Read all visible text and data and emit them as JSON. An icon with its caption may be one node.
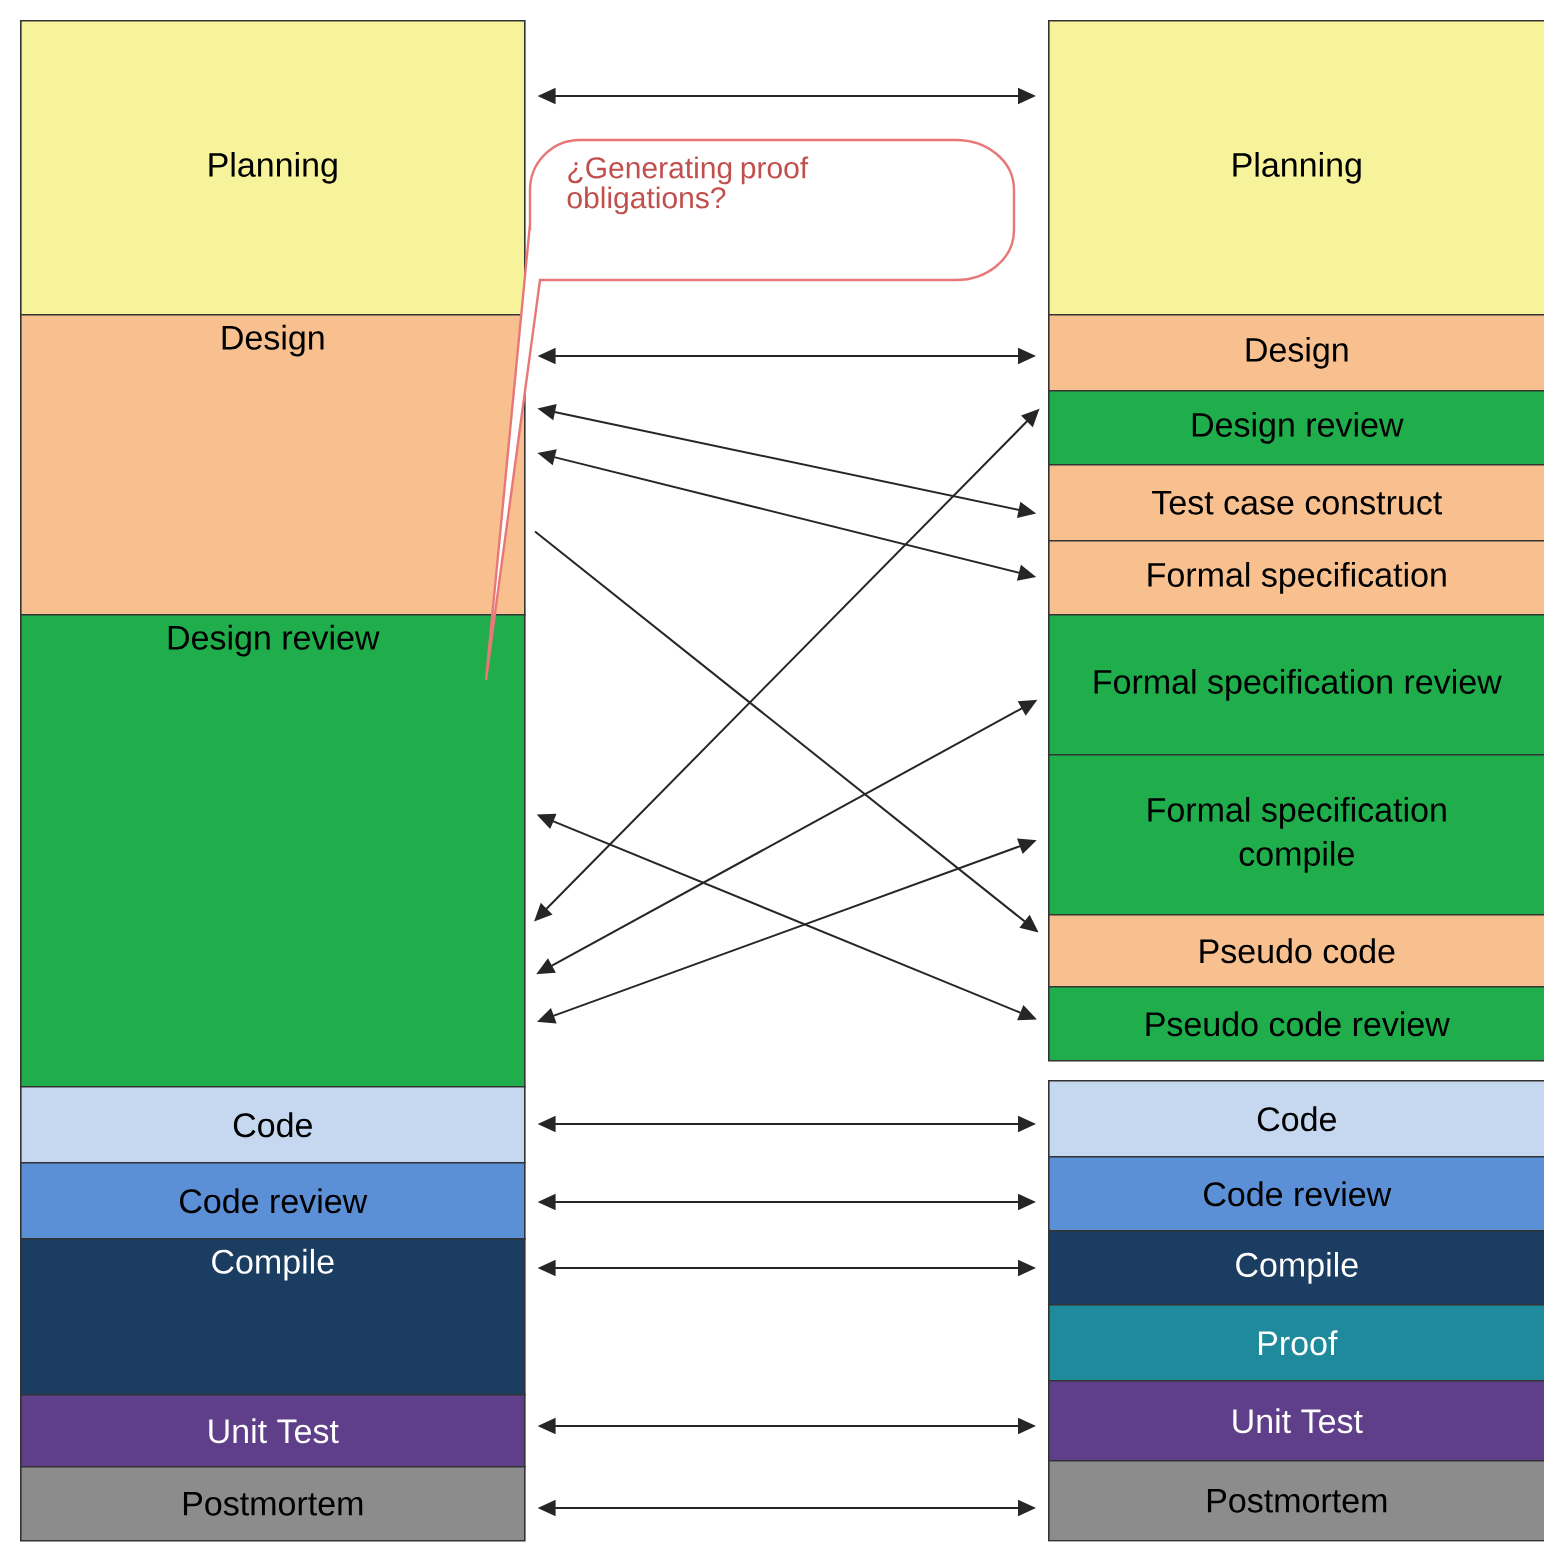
{
  "diagram": {
    "nodes": [
      {
        "text": [
          "Planning"
        ]
      },
      {
        "text": [
          "Design"
        ]
      },
      {
        "text": [
          "Design review"
        ]
      },
      {
        "text": [
          "Code"
        ]
      },
      {
        "text": [
          "Code review"
        ]
      },
      {
        "text": [
          "Compile"
        ]
      },
      {
        "text": [
          "Unit Test"
        ]
      },
      {
        "text": [
          "Postmortem"
        ]
      },
      {
        "text": [
          "Planning"
        ]
      },
      {
        "text": [
          "Design"
        ]
      },
      {
        "text": [
          "Design review"
        ]
      },
      {
        "text": [
          "Test case construct"
        ]
      },
      {
        "text": [
          "Formal specification"
        ]
      },
      {
        "text": [
          "Formal specification review"
        ]
      },
      {
        "text": [
          "Formal specification compile"
        ]
      },
      {
        "text": [
          "Pseudo code"
        ]
      },
      {
        "text": [
          "Pseudo code review"
        ]
      },
      {
        "text": [
          "Code"
        ]
      },
      {
        "text": [
          "Code review"
        ]
      },
      {
        "text": [
          "Compile"
        ]
      },
      {
        "text": [
          "Proof"
        ]
      },
      {
        "text": [
          "Unit Test"
        ]
      },
      {
        "text": [
          "Postmortem"
        ]
      },
      {
        "text": [
          "¿Generating proof obligations?"
        ]
      }
    ],
    "edges": [
      {
        "from": 0,
        "to": 8,
        "arrow": "both"
      },
      {
        "from": 1,
        "to": 9,
        "arrow": "both"
      },
      {
        "from": 1,
        "to": 11,
        "arrow": "both"
      },
      {
        "from": 1,
        "to": 12,
        "arrow": "both"
      },
      {
        "from": 1,
        "to": 15,
        "arrow": "to"
      },
      {
        "from": 2,
        "to": 10,
        "arrow": "both"
      },
      {
        "from": 2,
        "to": 13,
        "arrow": "both"
      },
      {
        "from": 2,
        "to": 14,
        "arrow": "both"
      },
      {
        "from": 2,
        "to": 16,
        "arrow": "both"
      },
      {
        "from": 3,
        "to": 17,
        "arrow": "both"
      },
      {
        "from": 4,
        "to": 18,
        "arrow": "both"
      },
      {
        "from": 5,
        "to": 19,
        "arrow": "both"
      },
      {
        "from": 6,
        "to": 21,
        "arrow": "both"
      },
      {
        "from": 7,
        "to": 22,
        "arrow": "both"
      }
    ]
  }
}
